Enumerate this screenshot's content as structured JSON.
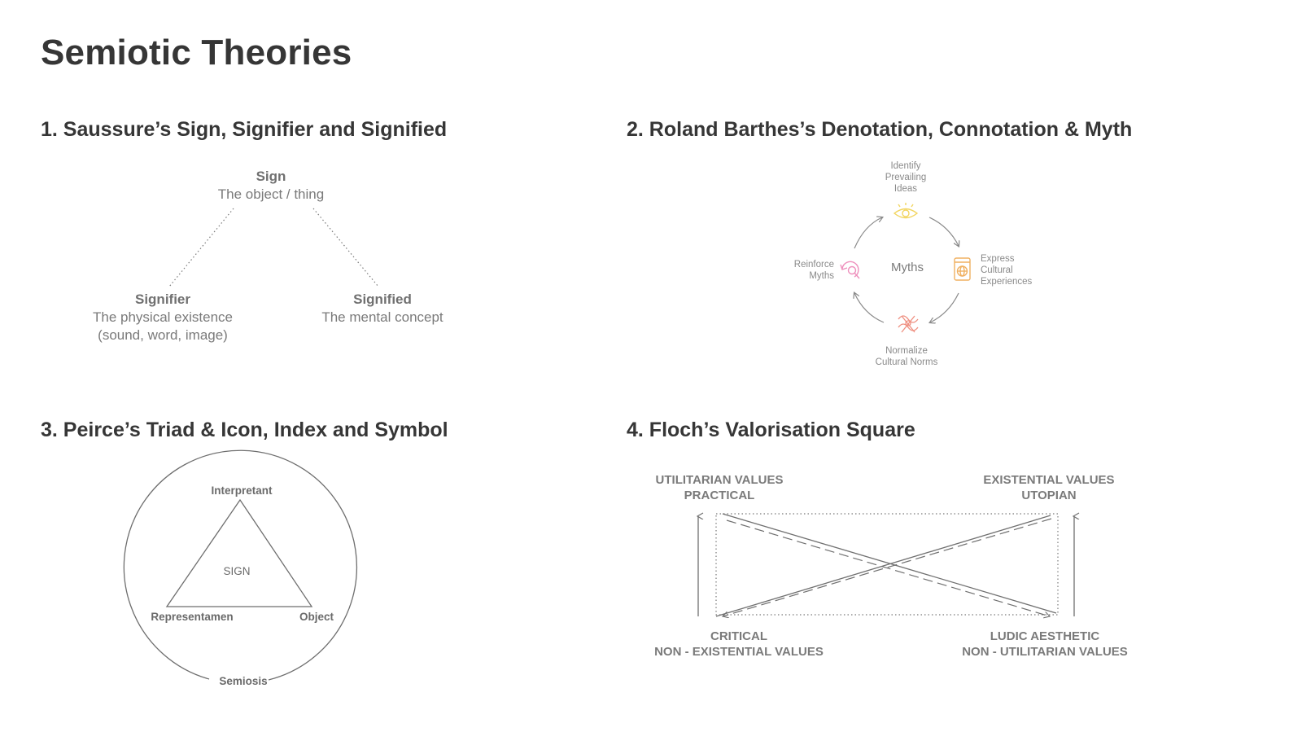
{
  "page": {
    "title": "Semiotic Theories"
  },
  "sections": [
    {
      "title": "1. Saussure’s Sign, Signifier and Signified"
    },
    {
      "title": "2. Roland Barthes’s Denotation, Connotation & Myth"
    },
    {
      "title": "3. Peirce’s Triad & Icon, Index and Symbol"
    },
    {
      "title": "4. Floch’s Valorisation Square"
    }
  ],
  "saussure": {
    "sign": {
      "label": "Sign",
      "desc": "The object / thing"
    },
    "signifier": {
      "label": "Signifier",
      "desc_line1": "The physical existence",
      "desc_line2": "(sound, word, image)"
    },
    "signified": {
      "label": "Signified",
      "desc": "The mental concept"
    }
  },
  "barthes": {
    "center_label": "Myths",
    "nodes": [
      {
        "lines": [
          "Identify",
          "Prevailing",
          "Ideas"
        ],
        "icon": "eye-icon",
        "color": "#f2d560"
      },
      {
        "lines": [
          "Express",
          "Cultural",
          "Experiences"
        ],
        "icon": "book-globe-icon",
        "color": "#f0b060"
      },
      {
        "lines": [
          "Normalize",
          "Cultural Norms"
        ],
        "icon": "pattern-icon",
        "color": "#ef8f80"
      },
      {
        "lines": [
          "Reinforce",
          "Myths"
        ],
        "icon": "refresh-search-icon",
        "color": "#ee8fbc"
      }
    ]
  },
  "peirce": {
    "top": "Interpretant",
    "center": "SIGN",
    "left": "Representamen",
    "right": "Object",
    "bottom": "Semiosis"
  },
  "floch": {
    "top_left": {
      "line1": "UTILITARIAN VALUES",
      "line2": "PRACTICAL"
    },
    "top_right": {
      "line1": "EXISTENTIAL VALUES",
      "line2": "UTOPIAN"
    },
    "bottom_left": {
      "line1": "CRITICAL",
      "line2": "NON - EXISTENTIAL VALUES"
    },
    "bottom_right": {
      "line1": "LUDIC AESTHETIC",
      "line2": "NON - UTILITARIAN VALUES"
    }
  }
}
